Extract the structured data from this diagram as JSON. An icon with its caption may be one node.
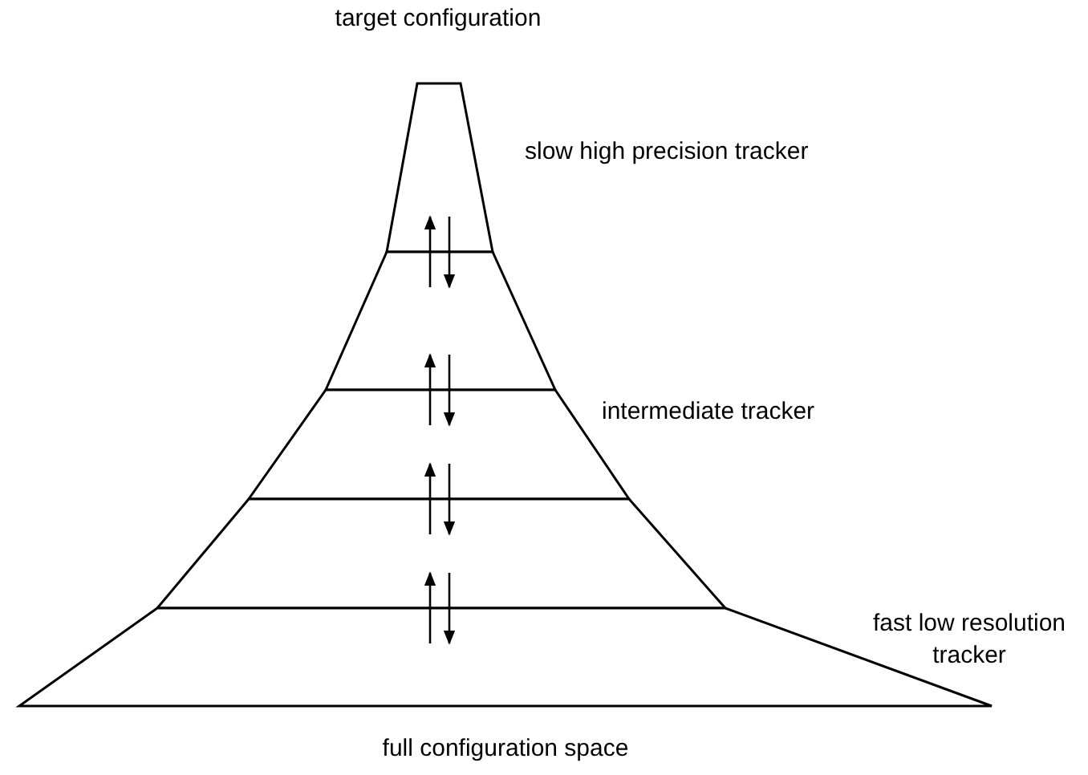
{
  "diagram": {
    "nodes": [
      {
        "text": [],
        "shape": "trapezoid",
        "beside": [
          "target configuration",
          "slow high precision tracker"
        ]
      },
      {
        "text": [],
        "shape": "trapezoid"
      },
      {
        "text": [],
        "shape": "trapezoid",
        "beside": [
          "intermediate tracker"
        ]
      },
      {
        "text": [],
        "shape": "trapezoid"
      },
      {
        "text": [],
        "shape": "trapezoid",
        "beside": [
          "fast low resolution tracker",
          "full configuration space"
        ]
      }
    ],
    "edges": [
      {
        "from": 1,
        "to": 0,
        "arrow": "to"
      },
      {
        "from": 0,
        "to": 1,
        "arrow": "to"
      },
      {
        "from": 2,
        "to": 1,
        "arrow": "to"
      },
      {
        "from": 1,
        "to": 2,
        "arrow": "to"
      },
      {
        "from": 3,
        "to": 2,
        "arrow": "to"
      },
      {
        "from": 2,
        "to": 3,
        "arrow": "to"
      },
      {
        "from": 4,
        "to": 3,
        "arrow": "to"
      },
      {
        "from": 3,
        "to": 4,
        "arrow": "to"
      }
    ]
  }
}
